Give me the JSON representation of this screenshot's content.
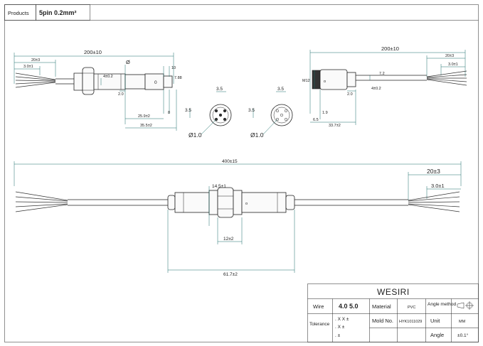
{
  "header": {
    "products_label": "Products",
    "spec": "5pin  0.2mm²"
  },
  "top_left": {
    "overall": "200±10",
    "strip": "20±3",
    "tin": "3.0±1",
    "height": "4±0.2",
    "diameter_mark": "Ø",
    "end_small": "10",
    "end_mid": "7.88",
    "offset": "2.0",
    "side": "8",
    "len_a": "25.9±2",
    "len_b": "35.5±2"
  },
  "top_right": {
    "overall": "200±10",
    "strip": "20±3",
    "tin": "3.0±1",
    "height1": "7.2",
    "height2": "4±0.2",
    "thread": "M12",
    "offset": "2.0",
    "gap": "1.9",
    "side": "6.5",
    "len": "33.7±2"
  },
  "faces": [
    {
      "pitch_h": "3.5",
      "pitch_v": "3.5",
      "pin": "Ø1.0"
    },
    {
      "pitch_h": "3.5",
      "pitch_v": "3.5",
      "pin": "Ø1.0"
    }
  ],
  "assembly": {
    "overall": "400±15",
    "strip": "20±3",
    "tin": "3.0±1",
    "nut": "14.5±1",
    "mid": "12±2",
    "total": "61.7±2"
  },
  "title_block": {
    "company": "WESIRI",
    "wire_label": "Wire",
    "wire_value": "4.0  5.0",
    "material_label": "Material",
    "material_value": "PVC",
    "angle_method_label": "Angle method",
    "tolerance_label": "Tolerance",
    "tol_1": ". X X ±",
    "tol_2": ". X ±",
    "tol_3": ". ±",
    "mold_label": "Mold No.",
    "mold_value": "HYK1011029",
    "unit_label": "Unit",
    "unit_value": "MM",
    "angle_label": "Angle",
    "angle_value": "±0.1°"
  }
}
